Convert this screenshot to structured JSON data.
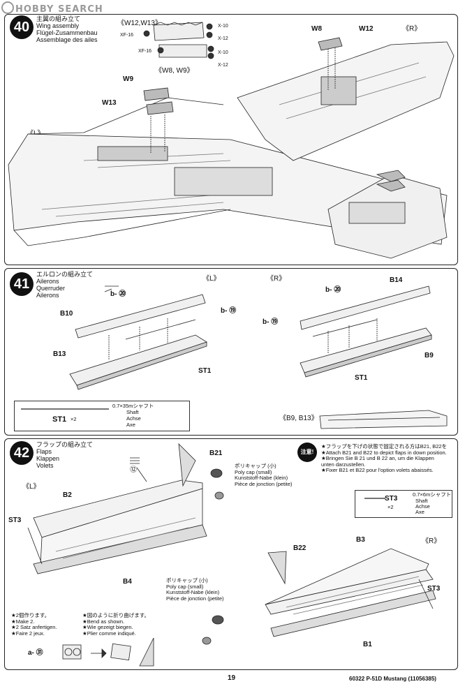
{
  "watermark": "HOBBY SEARCH",
  "step40": {
    "number": "40",
    "title_jp": "主翼の組み立て",
    "title_en": "Wing assembly",
    "title_de": "Flügel-Zusammenbau",
    "title_fr": "Assemblage des ailes",
    "group_top": "《W12,W13》",
    "group_bottom": "《W8, W9》",
    "xf16": "XF-16",
    "x10": "X-10",
    "x12": "X-12",
    "side_l": "《L》",
    "side_r": "《R》",
    "parts": [
      "W8",
      "W12",
      "W9",
      "W13"
    ]
  },
  "step41": {
    "number": "41",
    "title_jp": "エルロンの組み立て",
    "title_en": "Ailerons",
    "title_de": "Querruder",
    "title_fr": "Ailerons",
    "side_l": "《L》",
    "side_r": "《R》",
    "b20": "b- ⑳",
    "b19": "b- ⑲",
    "parts_left": [
      "B10",
      "B13",
      "ST1"
    ],
    "parts_right": [
      "B14",
      "B9",
      "ST1"
    ],
    "shaft": {
      "spec": "0.7×35mシャフト",
      "en": "Shaft",
      "de": "Achse",
      "fr": "Axe",
      "part": "ST1",
      "qty": "×2"
    },
    "variant": "《B9, B13》"
  },
  "step42": {
    "number": "42",
    "title_jp": "フラップの組み立て",
    "title_en": "Flaps",
    "title_de": "Klappen",
    "title_fr": "Volets",
    "side_l": "《L》",
    "side_r": "《R》",
    "part_12": "⑫",
    "parts_left": [
      "B21",
      "B2",
      "ST3",
      "B4"
    ],
    "parts_right": [
      "B22",
      "B3",
      "ST3",
      "B1"
    ],
    "polycap": {
      "jp": "ポリキャップ (小)",
      "en": "Poly cap (small)",
      "de": "Kunststoff-Nabe (klein)",
      "fr": "Pièce de jonction (petite)"
    },
    "caution_badge": "注意!",
    "notes": [
      "★フラップを下げの状態で固定される方はB21, B22を",
      "★Attach B21 and B22 to depict flaps in down position.",
      "★Bringen Sie B 21 und B 22 an, um die Klappen",
      "unten darzustellen.",
      "★Fixer B21 et B22 pour l'option volets abaissés."
    ],
    "shaft": {
      "spec": "0.7×6mシャフト",
      "en": "Shaft",
      "de": "Achse",
      "fr": "Axe",
      "part": "ST3",
      "qty": "×2"
    },
    "make2": [
      "★2個作ります。",
      "★Make 2.",
      "★2 Satz anfertigen.",
      "★Faire 2 jeux."
    ],
    "bend": [
      "★図のように折り曲げます。",
      "★Bend as shown.",
      "★Wie gezeigt biegen.",
      "★Plier comme indiqué."
    ],
    "a31": "a- ㉛"
  },
  "footer": {
    "page": "19",
    "code": "60322  P-51D Mustang (11056385)"
  }
}
